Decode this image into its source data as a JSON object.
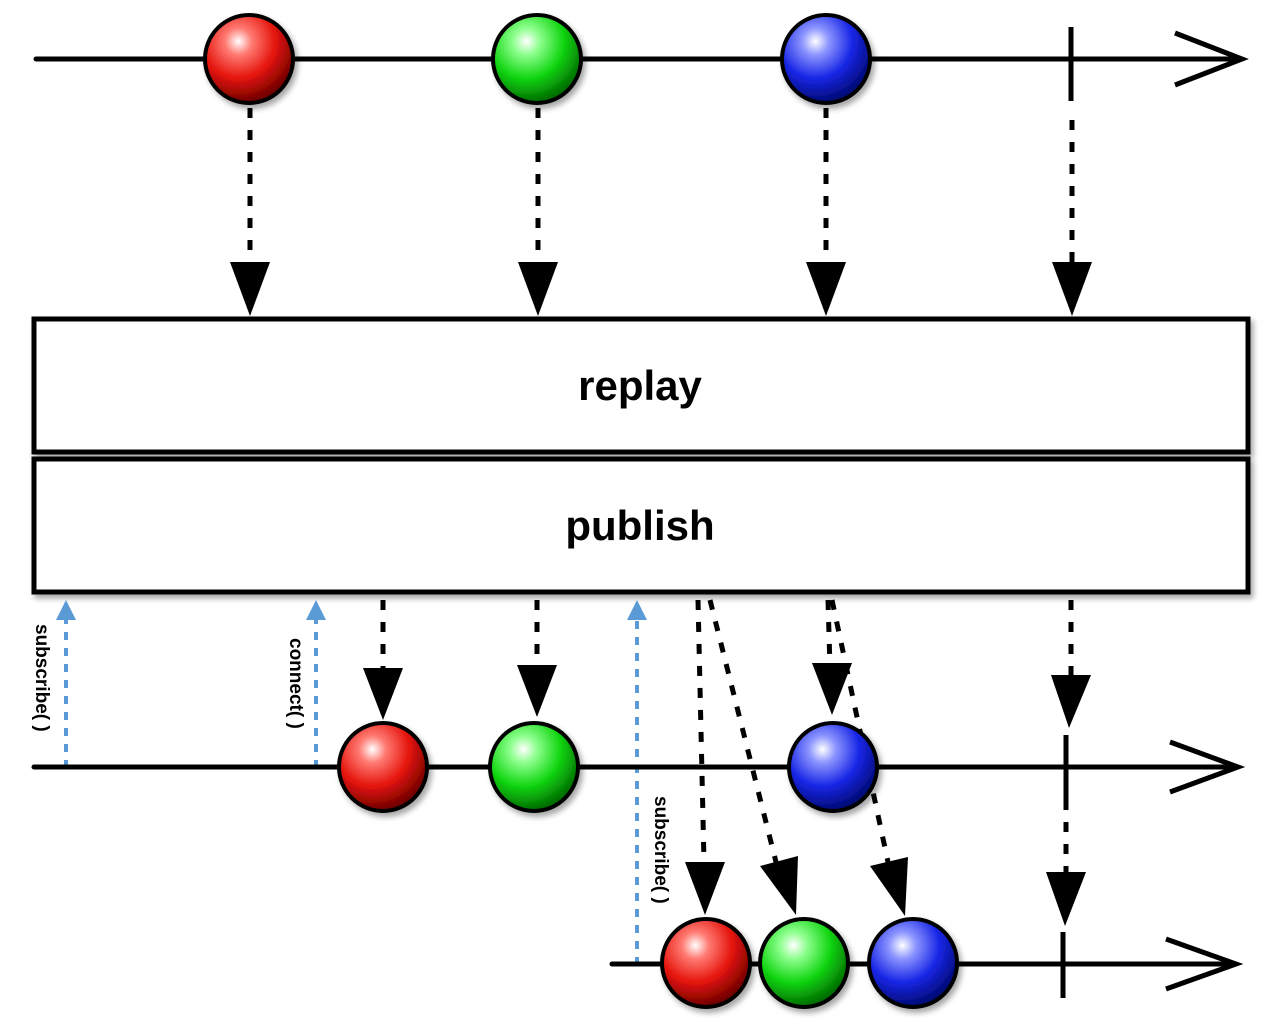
{
  "operators": {
    "top": "replay",
    "bottom": "publish"
  },
  "calls": {
    "first_subscribe": "subscribe( )",
    "connect": "connect( )",
    "second_subscribe": "subscribe( )"
  },
  "colors": {
    "red": "#e5140c",
    "green": "#12d612",
    "blue": "#1826e6",
    "call_arrow": "#5b9bd5",
    "line": "#000000"
  }
}
